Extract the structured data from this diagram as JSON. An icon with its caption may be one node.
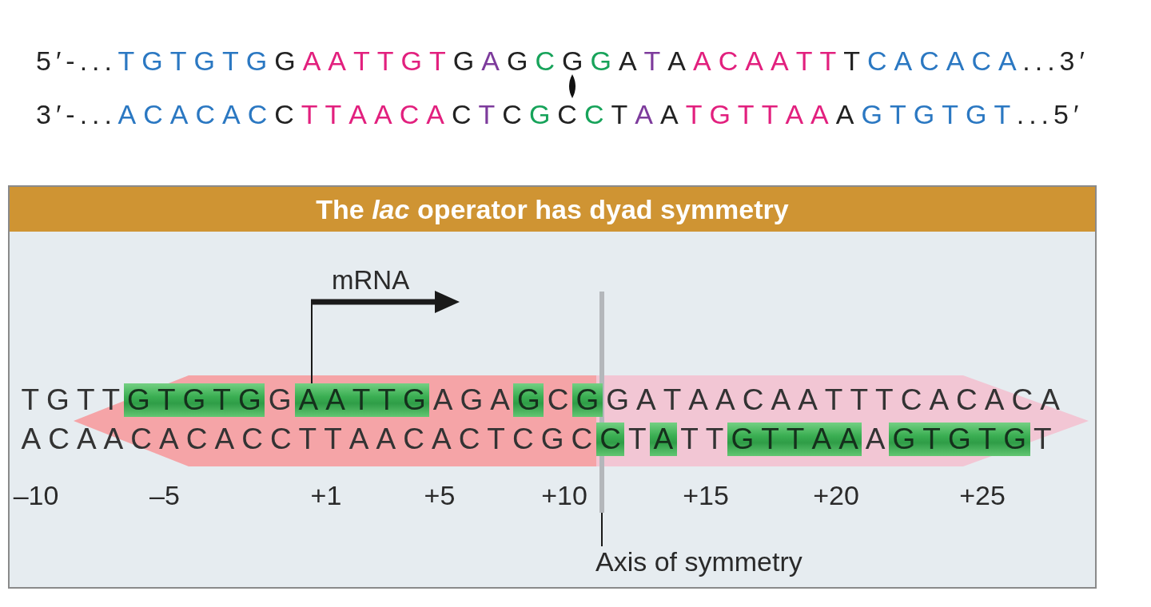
{
  "diagram": {
    "nodes": [
      {
        "text": [
          "The *lac* operator has dyad symmetry"
        ]
      },
      {
        "text": [],
        "shape": "line",
        "in": 0
      },
      {
        "text": [
          "Axis of symmetry"
        ],
        "in": 0
      }
    ],
    "edges": [
      {
        "from": 2,
        "to": 1,
        "arrow": "none"
      }
    ],
    "labels": [
      "5′-...TGTGTGGAATTGTGAGCGGATAACAATTTCACACA...3′",
      "3′-...ACACACCTTAACACTCGCCTAATGTTAAAGTGTGT...5′",
      "mRNA",
      "TGTTGTGTGGAATTGAGAGCGGATAACAATTTCACACA",
      "ACAACACACCTTAACACTCGCCTATTGTTAAAGTGTGT",
      "–10",
      "–5",
      "+1",
      "+5",
      "+10",
      "+15",
      "+20",
      "+25"
    ]
  }
}
